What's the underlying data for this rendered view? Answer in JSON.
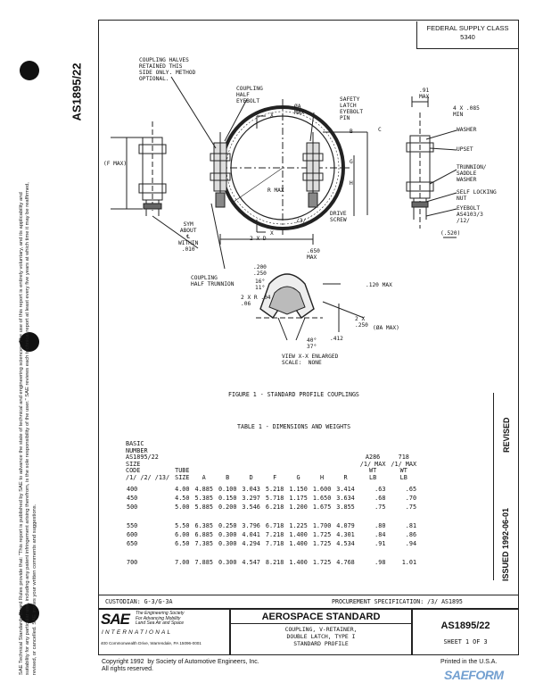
{
  "federal_supply": {
    "label": "FEDERAL SUPPLY CLASS",
    "value": "5340"
  },
  "doc_number_side": "AS1895/22",
  "disclaimer": "SAE Technical Standards Board Rules provide that: \"This report is published by SAE to advance the state of technical and engineering sciences. The use of this report is entirely voluntary, and its applicability and suitability for any particular use, including any patent infringement arising therefrom, is the sole responsibility of the user.\" SAE reviews each technical report at least every five years at which time it may be reaffirmed, revised, or cancelled. SAE invites your written comments and suggestions.",
  "revision": {
    "issued": "ISSUED 1992-06-01",
    "revised": "REVISED"
  },
  "figure": {
    "caption": "FIGURE 1 - STANDARD PROFILE COUPLINGS",
    "labels": {
      "coupling_halves": "COUPLING HALVES\nRETAINED THIS\nSIDE ONLY. METHOD\nOPTIONAL.",
      "coupling_half_eyebolt": "COUPLING\nHALF\nEYEBOLT",
      "phi_a_max": "ØA\nMAX",
      "safety_latch": "SAFETY\nLATCH\nEYEBOLT\nPIN",
      "x_top": "X",
      "x_bottom": "X",
      "b": "B",
      "c": "C",
      "f_max": "(F MAX)",
      "r_max": "R MAX",
      "g": "G",
      "h": "H",
      "drive_screw": "DRIVE\nSCREW",
      "ref_3": "/3/",
      "two_x_d": "2 X D",
      "sym_about": "SYM\nABOUT\n℄\nWITHIN\n.010",
      "coupling_half_trunnion": "COUPLING\nHALF TRUNNION",
      "dim_91": ".91\nMAX",
      "four_x_085": "4 X .085\nMIN",
      "washer": "WASHER",
      "upset": "UPSET",
      "trunnion_saddle": "TRUNNION/\nSADDLE\nWASHER",
      "self_locking_nut": "SELF LOCKING\nNUT",
      "eyebolt_as": "EYEBOLT\nAS4103/3\n/12/",
      "dim_520": "(.520)",
      "dim_650": ".650\nMAX",
      "dim_200": ".200\n.250",
      "angle_16": "16°\n11°",
      "two_x_r": "2 X R .04\n.06",
      "dim_120": ".120 MAX",
      "two_x_250": "2 X\n.250",
      "phi_a_max2": "(ØA MAX)",
      "angle_40": "40°\n37°",
      "dim_412": ".412",
      "view": "VIEW X-X ENLARGED\nSCALE:  NONE"
    }
  },
  "table": {
    "title": "TABLE 1 - DIMENSIONS AND WEIGHTS",
    "headers": [
      "BASIC\nNUMBER\nAS1895/22\nSIZE\nCODE\n/1/ /2/ /13/",
      "TUBE\nSIZE",
      "A",
      "B",
      "D",
      "F",
      "G",
      "H",
      "R",
      "A286\n/1/ MAX\nWT\nLB",
      "718\n/1/ MAX\nWT\nLB"
    ],
    "rows": [
      [
        "400",
        "4.00",
        "4.885",
        "0.100",
        "3.043",
        "5.218",
        "1.150",
        "1.600",
        "3.414",
        ".63",
        ".65"
      ],
      [
        "450",
        "4.50",
        "5.385",
        "0.150",
        "3.297",
        "5.718",
        "1.175",
        "1.650",
        "3.634",
        ".68",
        ".70"
      ],
      [
        "500",
        "5.00",
        "5.885",
        "0.200",
        "3.546",
        "6.218",
        "1.200",
        "1.675",
        "3.855",
        ".75",
        ".75"
      ],
      [
        "",
        "",
        "",
        "",
        "",
        "",
        "",
        "",
        "",
        "",
        ""
      ],
      [
        "550",
        "5.50",
        "6.385",
        "0.250",
        "3.796",
        "6.718",
        "1.225",
        "1.700",
        "4.079",
        ".80",
        ".81"
      ],
      [
        "600",
        "6.00",
        "6.885",
        "0.300",
        "4.041",
        "7.218",
        "1.400",
        "1.725",
        "4.301",
        ".84",
        ".86"
      ],
      [
        "650",
        "6.50",
        "7.385",
        "0.300",
        "4.294",
        "7.718",
        "1.400",
        "1.725",
        "4.534",
        ".91",
        ".94"
      ],
      [
        "",
        "",
        "",
        "",
        "",
        "",
        "",
        "",
        "",
        "",
        ""
      ],
      [
        "700",
        "7.00",
        "7.885",
        "0.300",
        "4.547",
        "8.218",
        "1.400",
        "1.725",
        "4.768",
        ".98",
        "1.01"
      ]
    ]
  },
  "custodian": "CUSTODIAN:  G-3/G-3A",
  "procurement": "PROCUREMENT SPECIFICATION:  /3/  AS1895",
  "sae": {
    "logo": "SAE",
    "tagline": "The Engineering Society\nFor Advancing Mobility\nLand Sea Air and Space",
    "international": "INTERNATIONAL",
    "address": "400 Commonwealth Drive, Warrendale, PA  15096-0001"
  },
  "title_block": {
    "heading": "AEROSPACE STANDARD",
    "subtitle": "COUPLING, V-RETAINER,\nDOUBLE LATCH, TYPE I\nSTANDARD PROFILE",
    "doc_number": "AS1895/22",
    "sheet": "SHEET 1 OF 3"
  },
  "copyright": "Copyright 1992  by Society of Automotive Engineers, Inc.\nAll rights reserved.",
  "printed": "Printed in the U.S.A.",
  "watermark": "SAEFORM"
}
